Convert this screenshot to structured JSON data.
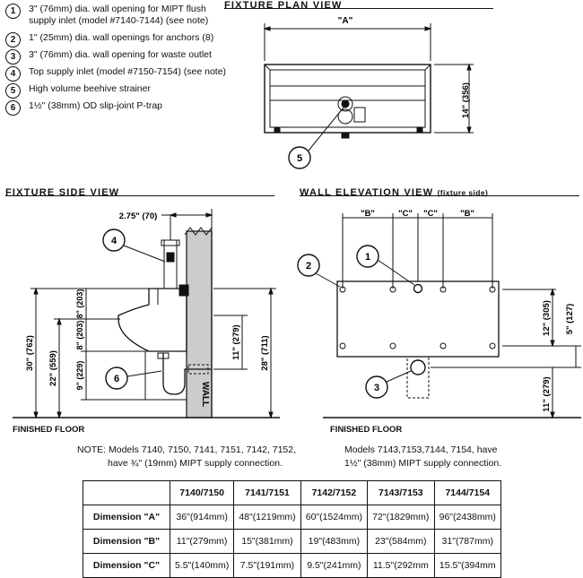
{
  "legend": [
    {
      "num": "1",
      "text": "3\" (76mm) dia. wall opening for MIPT flush supply inlet (model #7140-7144) (see note)"
    },
    {
      "num": "2",
      "text": "1\" (25mm) dia. wall openings for anchors (8)"
    },
    {
      "num": "3",
      "text": "3\" (76mm) dia. wall opening for waste outlet"
    },
    {
      "num": "4",
      "text": "Top supply inlet (model #7150-7154) (see note)"
    },
    {
      "num": "5",
      "text": "High volume beehive strainer"
    },
    {
      "num": "6",
      "text": "1½\" (38mm) OD slip-joint P-trap"
    }
  ],
  "titles": {
    "plan": "FIXTURE PLAN VIEW",
    "side": "FIXTURE SIDE VIEW",
    "elevation": "WALL ELEVATION VIEW",
    "elevation_sub": "(fixture side)"
  },
  "plan": {
    "dim_a": "\"A\"",
    "dim_depth": "14\" (356)",
    "callout": "5"
  },
  "side": {
    "dim_offset": "2.75\" (70)",
    "dim_8a": "8\" (203)",
    "dim_8b": "8\" (203)",
    "dim_9": "9\" (229)",
    "dim_30": "30\" (762)",
    "dim_22": "22\" (559)",
    "dim_11": "11\" (279)",
    "dim_28": "28\" (711)",
    "wall": "WALL",
    "callout_4": "4",
    "callout_6": "6",
    "floor": "FINISHED FLOOR"
  },
  "elevation": {
    "dim_b1": "\"B\"",
    "dim_c1": "\"C\"",
    "dim_c2": "\"C\"",
    "dim_b2": "\"B\"",
    "dim_12": "12\" (305)",
    "dim_5": "5\" (127)",
    "dim_11": "11\" (279)",
    "callout_1": "1",
    "callout_2": "2",
    "callout_3": "3",
    "floor": "FINISHED FLOOR"
  },
  "notes": {
    "left_line1": "NOTE:  Models 7140, 7150, 7141, 7151, 7142, 7152,",
    "left_line2": "have ¾\" (19mm) MIPT supply connection.",
    "right_line1": "Models 7143,7153,7144, 7154, have",
    "right_line2": "1½\" (38mm) MIPT supply connection."
  },
  "table": {
    "headers": [
      "",
      "7140/7150",
      "7141/7151",
      "7142/7152",
      "7143/7153",
      "7144/7154"
    ],
    "rows": [
      [
        "Dimension \"A\"",
        "36\"(914mm)",
        "48\"(1219mm)",
        "60\"(1524mm)",
        "72\"(1829mm)",
        "96\"(2438mm)"
      ],
      [
        "Dimension \"B\"",
        "11\"(279mm)",
        "15\"(381mm)",
        "19\"(483mm)",
        "23\"(584mm)",
        "31\"(787mm)"
      ],
      [
        "Dimension \"C\"",
        "5.5\"(140mm)",
        "7.5\"(191mm)",
        "9.5\"(241mm)",
        "11.5\"(292mm",
        "15.5\"(394mm"
      ]
    ]
  }
}
